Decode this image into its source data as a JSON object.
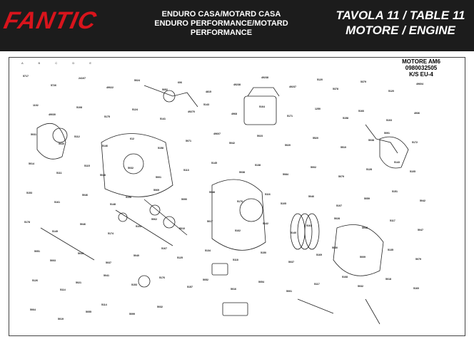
{
  "header": {
    "brand": "FANTIC",
    "subtitle_line1": "ENDURO CASA/MOTARD CASA",
    "subtitle_line2": "ENDURO PERFORMANCE/MOTARD PERFORMANCE",
    "table_line1": "TAVOLA 11  /  TABLE 11",
    "table_line2": "MOTORE  /  ENGINE",
    "colors": {
      "bar": "#1c1c1c",
      "brand_red": "#d8141c",
      "text": "#ffffff"
    }
  },
  "drawing": {
    "grid_letters": "A B C D E",
    "engine_title_line1": "MOTORE AM6",
    "engine_title_line2": "0980032505",
    "engine_title_line3": "K/S EU-4",
    "part_labels": [
      "5717",
      "5726",
      "24107",
      "49022",
      "5024",
      "5052",
      "606",
      "4815",
      "49238",
      "49238",
      "49237",
      "5120",
      "5378",
      "5379",
      "5120",
      "49604",
      "1102",
      "49030",
      "5108",
      "5175",
      "5124",
      "5141",
      "49270",
      "5143",
      "4968",
      "5164",
      "5171",
      "1250",
      "5158",
      "5166",
      "5103",
      "4936",
      "5031",
      "5030",
      "5112",
      "5146",
      "612",
      "5158",
      "5071",
      "49607",
      "5042",
      "5023",
      "5020",
      "5520",
      "5510",
      "5038",
      "5091",
      "5172",
      "5014",
      "5111",
      "5115",
      "5048",
      "5032",
      "5001",
      "5113",
      "5145",
      "5038",
      "5138",
      "5084",
      "5002",
      "5079",
      "5128",
      "5143",
      "5105",
      "5153",
      "5161",
      "5046",
      "5148",
      "5158",
      "5069",
      "5090",
      "5048",
      "5170",
      "5116",
      "5105",
      "5046",
      "5107",
      "5059",
      "5151",
      "5042",
      "5178",
      "5149",
      "5046",
      "5174",
      "5104",
      "5062",
      "5010",
      "5017",
      "5162",
      "5142",
      "5140",
      "5163",
      "5028",
      "5038",
      "5117",
      "5047",
      "5051",
      "5003",
      "5043",
      "5037",
      "5040",
      "5167",
      "5125",
      "5134",
      "5118",
      "5150",
      "5037",
      "5169",
      "5030",
      "5009",
      "5135",
      "5079",
      "5126",
      "5114",
      "5021",
      "5041",
      "5153",
      "5176",
      "5157",
      "5052",
      "5016",
      "5054",
      "5001",
      "5117",
      "5168",
      "5032",
      "5018",
      "5160",
      "5064",
      "5019",
      "5055",
      "5114",
      "5099",
      "5032"
    ]
  }
}
